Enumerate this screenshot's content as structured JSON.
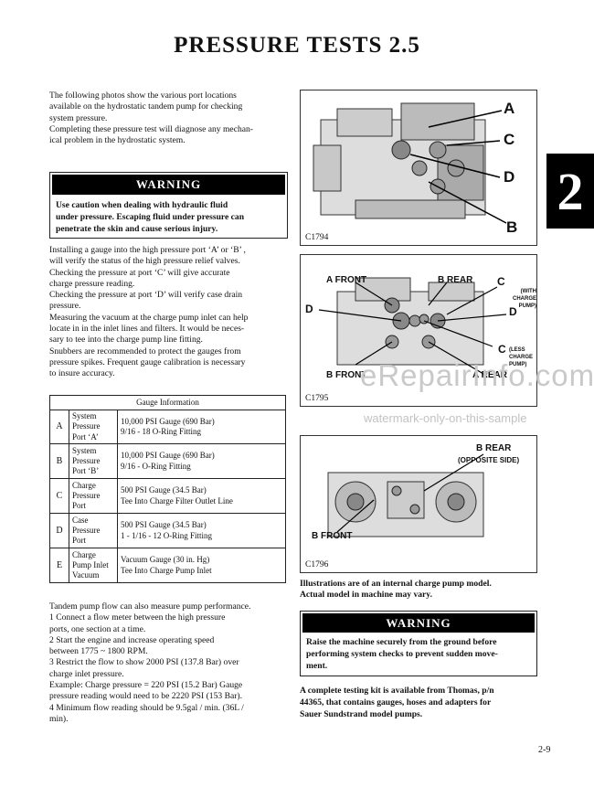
{
  "title": "PRESSURE TESTS  2.5",
  "chapter_tab": "2",
  "intro": [
    "The following photos show the various port locations",
    "available on the hydrostatic tandem pump for checking",
    "system pressure.",
    "Completing these pressure test will diagnose any mechan-",
    "ical problem in the hydrostatic system."
  ],
  "warning1": {
    "header": "WARNING",
    "lines": [
      "Use caution when dealing with hydraulic fluid",
      "under pressure. Escaping fluid under pressure can",
      "penetrate the skin and cause serious injury."
    ]
  },
  "body": [
    "Installing a gauge into the high pressure port ‘A’ or ‘B’ ,",
    "will verify the status of the high pressure relief valves.",
    "Checking the pressure at port ‘C’ will give accurate",
    "charge pressure reading.",
    "Checking the pressure at port ‘D’ will verify case drain",
    "pressure.",
    "Measuring the vacuum at the charge pump inlet  can help",
    "locate in in the inlet lines and filters. It would be neces-",
    "sary to tee into  the charge pump line fitting.",
    "Snubbers are recommended to protect the gauges from",
    "pressure spikes. Frequent gauge calibration is necessary",
    "to insure accuracy."
  ],
  "gauge_table": {
    "header": "Gauge Information",
    "rows": [
      {
        "letter": "A",
        "label": [
          "System",
          "Pressure",
          "Port ‘A’"
        ],
        "info": [
          "10,000 PSI Gauge (690 Bar)",
          "9/16 - 18 O-Ring Fitting"
        ]
      },
      {
        "letter": "B",
        "label": [
          "System",
          "Pressure",
          "Port ‘B’"
        ],
        "info": [
          "10,000 PSI Gauge (690 Bar)",
          "9/16 - O-Ring Fitting"
        ]
      },
      {
        "letter": "C",
        "label": [
          "Charge",
          "Pressure",
          "Port"
        ],
        "info": [
          "500 PSI Gauge (34.5 Bar)",
          "Tee Into Charge Filter Outlet Line"
        ]
      },
      {
        "letter": "D",
        "label": [
          "Case",
          "Pressure",
          "Port"
        ],
        "info": [
          "500 PSI Gauge (34.5 Bar)",
          "1 - 1/16 - 12 O-Ring Fitting"
        ]
      },
      {
        "letter": "E",
        "label": [
          "Charge",
          "Pump Inlet",
          "Vacuum"
        ],
        "info": [
          "Vacuum Gauge (30 in. Hg)",
          "Tee Into Charge Pump Inlet"
        ]
      }
    ]
  },
  "flow": [
    "Tandem pump flow can also measure pump performance.",
    "1     Connect a flow meter between the high pressure",
    "ports, one section at a time.",
    "2     Start the engine and increase operating speed",
    "between 1775 ~ 1800 RPM.",
    "3     Restrict the flow to show 2000 PSI (137.8 Bar) over",
    "charge inlet pressure.",
    "Example: Charge pressure = 220 PSI (15.2 Bar) Gauge",
    "pressure reading would need to be 2220 PSI (153 Bar).",
    "4     Minimum flow reading should be 9.5gal / min. (36L /",
    "min)."
  ],
  "photo1": {
    "caption": "C1794",
    "labels": [
      "A",
      "C",
      "D",
      "B"
    ]
  },
  "photo2": {
    "caption": "C1795",
    "labels": {
      "a_front": "A  FRONT",
      "b_rear": "B  REAR",
      "c_with": "C",
      "c_with_note": [
        "(WITH",
        "CHARGE PUMP)"
      ],
      "d_left": "D",
      "d_right": "D",
      "c_less": "C",
      "c_less_note": [
        "(LESS",
        "CHARGE PUMP)"
      ],
      "b_front": "B  FRONT",
      "a_rear": "A  REAR"
    }
  },
  "photo3": {
    "caption": "C1796",
    "labels": {
      "b_rear": "B  REAR",
      "b_rear_note": "(OPPOSITE SIDE)",
      "b_front": "B  FRONT"
    }
  },
  "illustration_note": [
    "Illustrations are of an internal charge pump model.",
    "Actual model in machine may vary."
  ],
  "warning2": {
    "header": "WARNING",
    "lines": [
      "Raise the machine securely from the ground before",
      "performing system checks to prevent sudden move-",
      "ment."
    ]
  },
  "kit_note": [
    "A complete testing kit is available from Thomas, p/n",
    "44365, that contains gauges, hoses and adapters for",
    "Sauer Sundstrand model pumps."
  ],
  "watermark": {
    "site": "eRepairInfo.com",
    "note": "watermark-only-on-this-sample"
  },
  "page_number": "2-9"
}
